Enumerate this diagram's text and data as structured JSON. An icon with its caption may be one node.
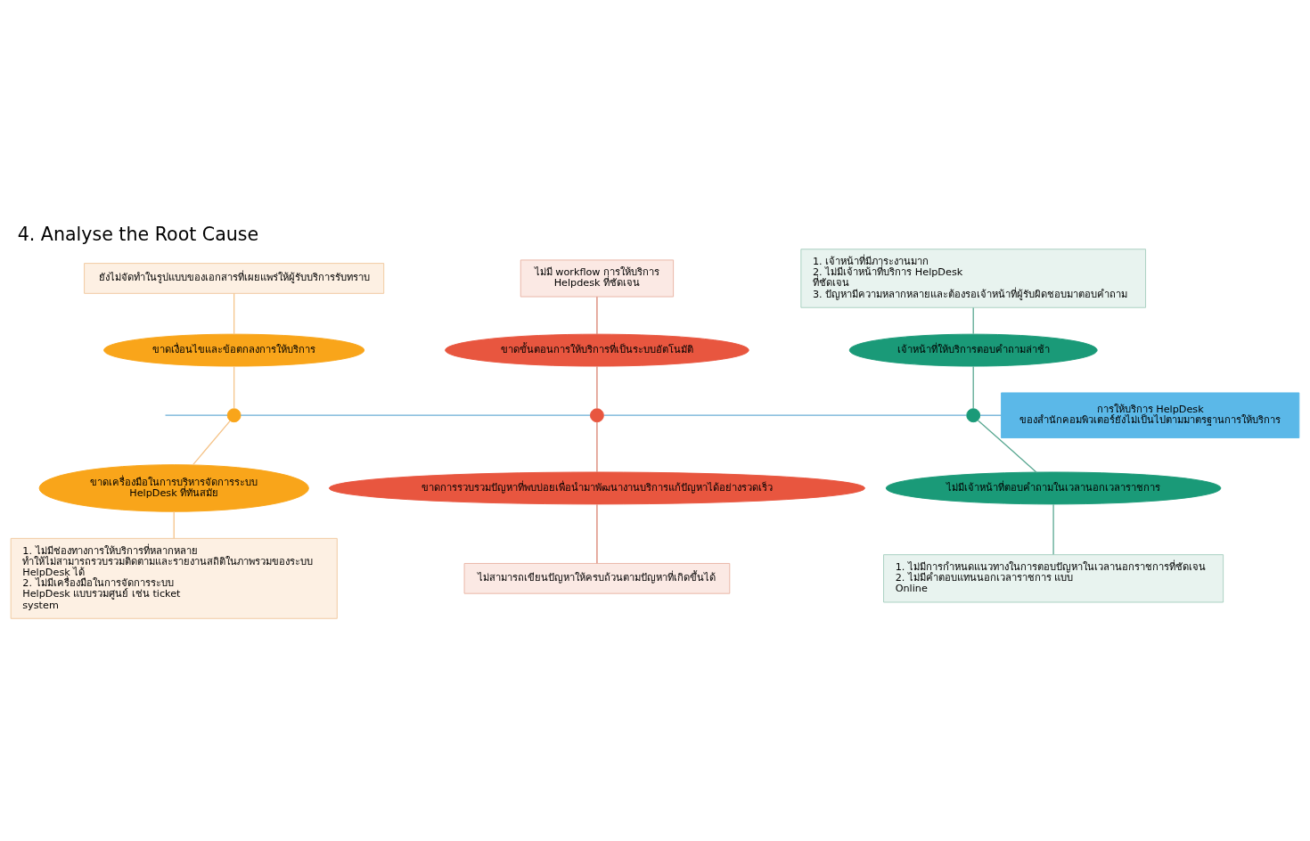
{
  "diagram": {
    "title": "4. Analyse the Root Cause",
    "nodes": [
      {
        "text": [
          "ยังไม่จัดทำในรูปแบบของเอกสารที่เผยแพร่ให้ผู้รับบริการรับทราบ"
        ]
      },
      {
        "text": [
          "ไม่มี workflow การให้บริการ Helpdesk ที่ชัดเจน"
        ]
      },
      {
        "text": [
          "1. เจ้าหน้าที่มีภาระงานมาก",
          "2. ไม่มีเจ้าหน้าที่บริการ HelpDesk ที่ชัดเจน",
          "3. ปัญหามีความหลากหลายและต้องรอเจ้าหน้าที่ผู้รับผิดชอบมาตอบคำถาม"
        ]
      },
      {
        "text": [
          "ขาดเงื่อนไขและข้อตกลงการให้บริการ"
        ]
      },
      {
        "text": [
          "ขาดขั้นตอนการให้บริการที่เป็นระบบอัตโนมัติ"
        ]
      },
      {
        "text": [
          "เจ้าหน้าที่ให้บริการตอบคำถามล่าช้า"
        ]
      },
      {
        "text": [],
        "shape": "circle"
      },
      {
        "text": [],
        "shape": "circle"
      },
      {
        "text": [],
        "shape": "circle"
      },
      {
        "text": [
          "การให้บริการ HelpDesk ของสำนักคอมพิวเตอร์ยังไม่เป็นไปตามมาตรฐานการให้บริการ"
        ]
      },
      {
        "text": [
          "ขาดเครื่องมือในการบริหารจัดการระบบ HelpDesk ที่ทันสมัย"
        ]
      },
      {
        "text": [
          "ขาดการรวบรวมปัญหาที่พบบ่อยเพื่อนำมาพัฒนางานบริการแก้ปัญหาได้อย่างรวดเร็ว"
        ]
      },
      {
        "text": [
          "ไม่มีเจ้าหน้าที่ตอบคำถามในเวลานอกเวลาราชการ"
        ]
      },
      {
        "text": [
          "1. ไม่มีช่องทางการให้บริการที่หลากหลาย ทำให้ไม่สามารถรวบรวมติดตามและรายงานสถิติในภาพรวมของระบบ HelpDesk ได้",
          "2. ไม่มีเครื่องมือในการจัดการระบบ HelpDesk แบบรวมศูนย์ เช่น ticket system"
        ]
      },
      {
        "text": [
          "ไม่สามารถเขียนปัญหาให้ครบถ้วนตามปัญหาที่เกิดขึ้นได้"
        ]
      },
      {
        "text": [
          "1. ไม่มีการกำหนดแนวทางในการตอบปัญหาในเวลานอกราชการที่ชัดเจน",
          "2. ไม่มีคำตอบแทนนอกเวลาราชการ แบบ Online"
        ]
      }
    ],
    "edges": [
      {
        "from": 0,
        "to": 3,
        "arrow": "none",
        "color": "#f5c48a"
      },
      {
        "from": 1,
        "to": 4,
        "arrow": "none",
        "color": "#d9826f"
      },
      {
        "from": 2,
        "to": 5,
        "arrow": "none",
        "color": "#5aa892"
      },
      {
        "from": 3,
        "to": 6,
        "arrow": "none",
        "color": "#f5c48a"
      },
      {
        "from": 4,
        "to": 7,
        "arrow": "none",
        "color": "#d9826f"
      },
      {
        "from": 5,
        "to": 8,
        "arrow": "none",
        "color": "#5aa892"
      },
      {
        "from": 10,
        "to": 6,
        "arrow": "none",
        "color": "#f5c48a"
      },
      {
        "from": 11,
        "to": 7,
        "arrow": "none",
        "color": "#d9826f"
      },
      {
        "from": 12,
        "to": 8,
        "arrow": "none",
        "color": "#5aa892"
      },
      {
        "from": 13,
        "to": 10,
        "arrow": "none",
        "color": "#f5c48a"
      },
      {
        "from": 14,
        "to": 11,
        "arrow": "none",
        "color": "#d9826f"
      },
      {
        "from": 15,
        "to": 12,
        "arrow": "none",
        "color": "#5aa892"
      },
      {
        "from": null,
        "to": 6,
        "arrow": "none",
        "color": "#6aaed6"
      },
      {
        "from": 6,
        "to": 7,
        "arrow": "none",
        "color": "#6aaed6"
      },
      {
        "from": 7,
        "to": 8,
        "arrow": "none",
        "color": "#6aaed6"
      },
      {
        "from": 8,
        "to": 9,
        "arrow": "none",
        "color": "#6aaed6"
      }
    ]
  }
}
